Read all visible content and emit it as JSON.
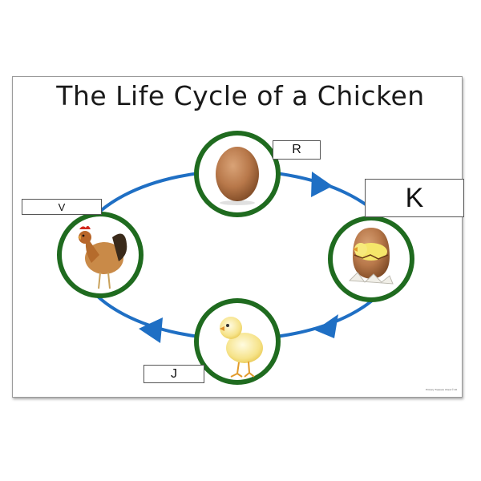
{
  "title": "The Life Cycle of a Chicken",
  "labels": {
    "egg": "R",
    "hatching": "K",
    "chick": "J",
    "hen": "V"
  },
  "stages": [
    "egg",
    "hatching-egg",
    "chick",
    "hen"
  ],
  "colors": {
    "cycle_line": "#1f6fc4",
    "circle_border": "#1f6b1f"
  },
  "footer": "Primary Treasure Chest © 20"
}
